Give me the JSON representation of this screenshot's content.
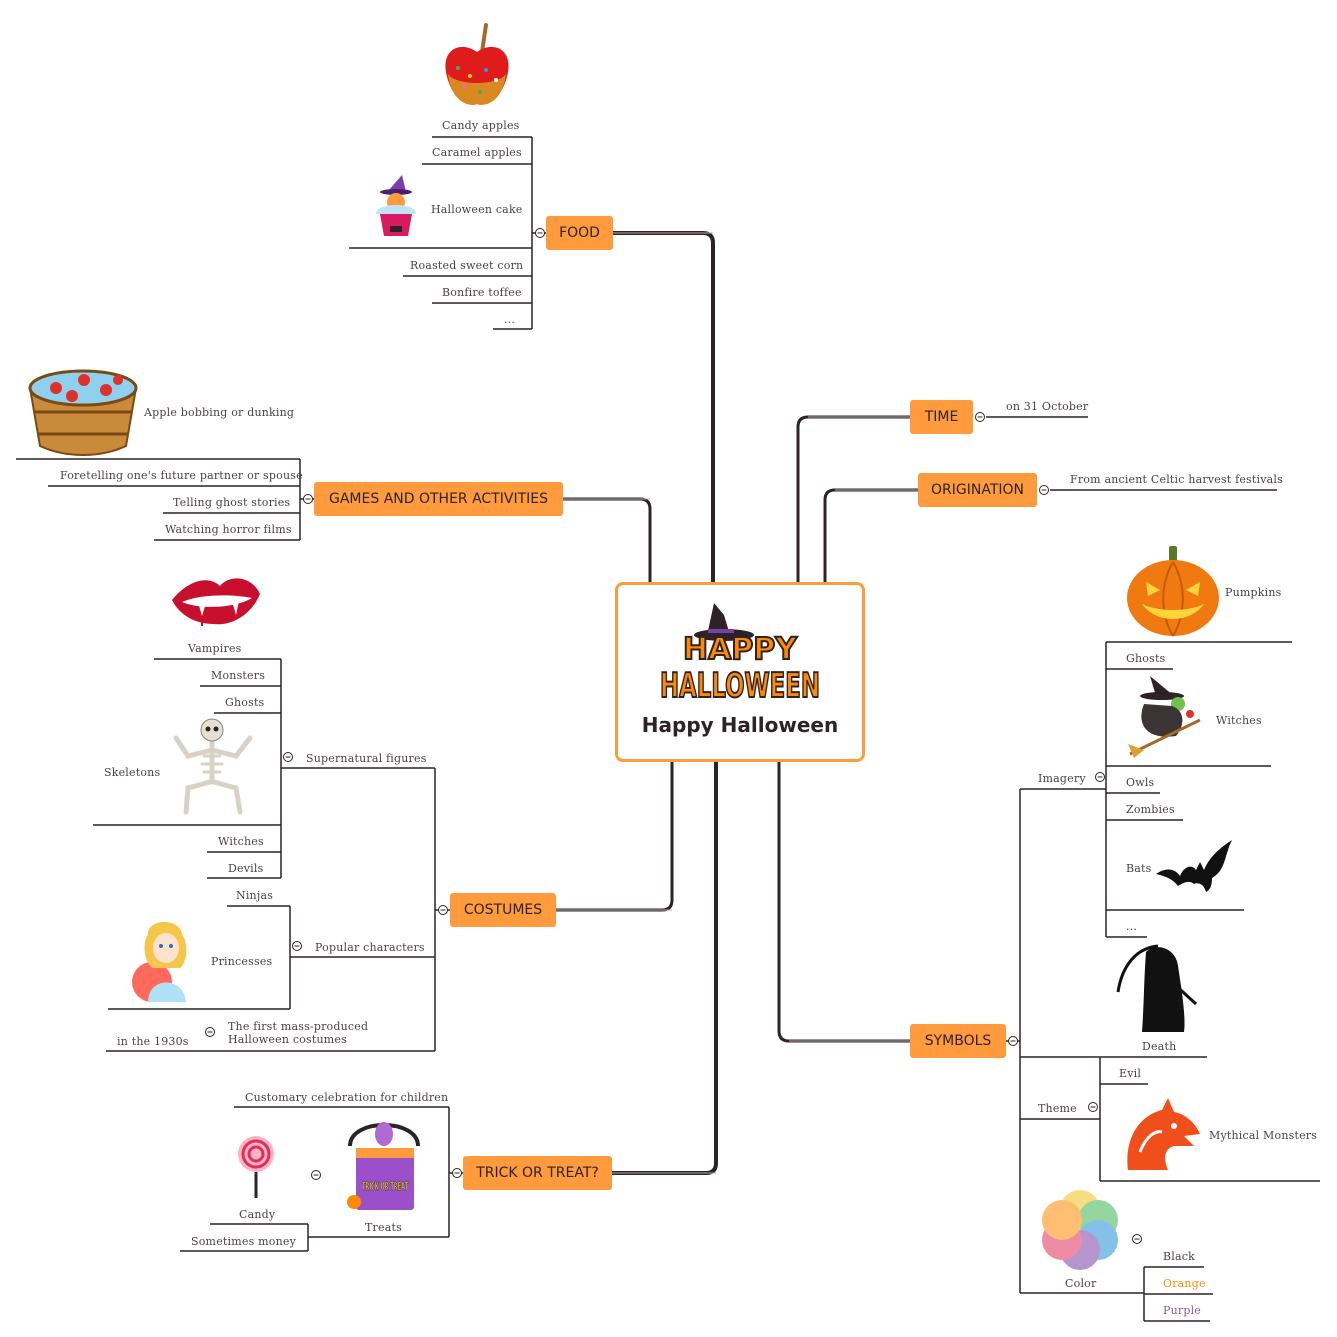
{
  "central": {
    "title": "Happy Halloween",
    "logo_line1": "HAPPY",
    "logo_line2": "HALLOWEEN"
  },
  "food": {
    "label": "FOOD",
    "items": [
      "Candy apples",
      "Caramel apples",
      "Halloween cake",
      "Roasted sweet corn",
      "Bonfire toffee",
      "..."
    ]
  },
  "games": {
    "label": "GAMES AND OTHER ACTIVITIES",
    "items": [
      "Apple bobbing or dunking",
      "Foretelling one's future partner or spouse",
      "Telling ghost stories",
      "Watching horror films"
    ]
  },
  "costumes": {
    "label": "COSTUMES",
    "supernatural": {
      "label": "Supernatural figures",
      "items": [
        "Vampires",
        "Monsters",
        "Ghosts",
        "Skeletons",
        "Witches",
        "Devils"
      ]
    },
    "popular": {
      "label": "Popular characters",
      "items": [
        "Ninjas",
        "Princesses"
      ]
    },
    "mass_produced": {
      "label": "The first mass-produced Halloween costumes",
      "child": "in the 1930s"
    }
  },
  "trick": {
    "label": "TRICK OR TREAT?",
    "items": [
      "Customary celebration for children",
      "Treats",
      "Sometimes money"
    ],
    "treats_child": "Candy",
    "bag_text": "TRICK OR TREAT"
  },
  "time": {
    "label": "TIME",
    "child": "on 31 October"
  },
  "origination": {
    "label": "ORIGINATION",
    "child": "From ancient Celtic harvest festivals"
  },
  "symbols": {
    "label": "SYMBOLS",
    "imagery": {
      "label": "Imagery",
      "items": [
        "Pumpkins",
        "Ghosts",
        "Witches",
        "Owls",
        "Zombies",
        "Bats",
        "..."
      ]
    },
    "death": "Death",
    "theme": {
      "label": "Theme",
      "items": [
        "Evil",
        "Mythical Monsters"
      ]
    },
    "color": {
      "label": "Color",
      "items": [
        "Black",
        "Orange",
        "Purple"
      ]
    }
  },
  "colors": {
    "topic": "#ff9a3d",
    "line": "#2d2326",
    "orange_text": "#ff8a00",
    "purple_text": "#7b5ea7"
  }
}
